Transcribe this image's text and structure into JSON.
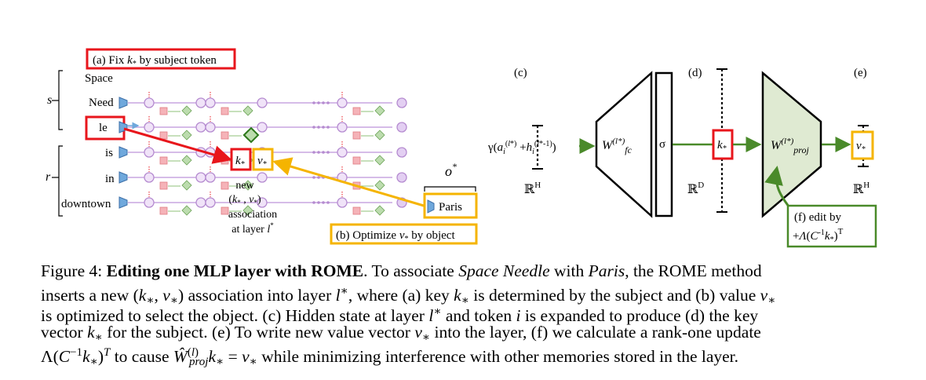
{
  "panel_a": {
    "fix_label": "(a) Fix k* by subject token",
    "tokens": [
      "Space",
      "Need",
      "le",
      "is",
      "in",
      "downtown"
    ],
    "s_label": "s",
    "r_label": "r",
    "k_label": "k*",
    "v_label": "v*",
    "new_assoc": [
      "new",
      "(k* , v*)",
      "association",
      "at layer l*"
    ],
    "o_label": "o*",
    "paris_label": "Paris",
    "optimize_label": "(b) Optimize v* by object"
  },
  "panel_right": {
    "label_c": "(c)",
    "label_d": "(d)",
    "label_e": "(e)",
    "gamma_expr": "γ(a_i^(l*)+h_i^(l*-1))",
    "w_fc": "W(l*)fc",
    "sigma": "σ",
    "k_label": "k*",
    "w_proj": "W(l*)proj",
    "v_label": "v*",
    "space_h1": "ℝH",
    "space_d": "ℝD",
    "space_h2": "ℝH",
    "edit_label_1": "(f) edit by",
    "edit_label_2": "+Λ(C-1k*)T"
  },
  "caption": {
    "figure_number": "Figure 4:",
    "bold_title": "Editing one MLP layer with ROME",
    "line1_rest": ". To associate Space Needle with Paris, the ROME method",
    "line2": "inserts a new (k*, v*) association into layer l*, where (a) key k* is determined by the subject and (b) value v*",
    "line3": "is optimized to select the object. (c) Hidden state at layer l* and token i is expanded to produce (d) the key",
    "line4": "vector k* for the subject. (e) To write new value vector v* into the layer, (f) we calculate a rank-one update",
    "line5": "Λ(C−1k*)T to cause Ŵ(l)proj k* = v* while minimizing interference with other memories stored in the layer."
  },
  "colors": {
    "red": "#e8161c",
    "yellow": "#f5b400",
    "green": "#4a8a2a",
    "green_fill": "#dfead2",
    "purple": "#c9a6e0",
    "blue": "#6fa8dc",
    "pink": "#f5b3b8",
    "lightgreen": "#bcdcae"
  }
}
